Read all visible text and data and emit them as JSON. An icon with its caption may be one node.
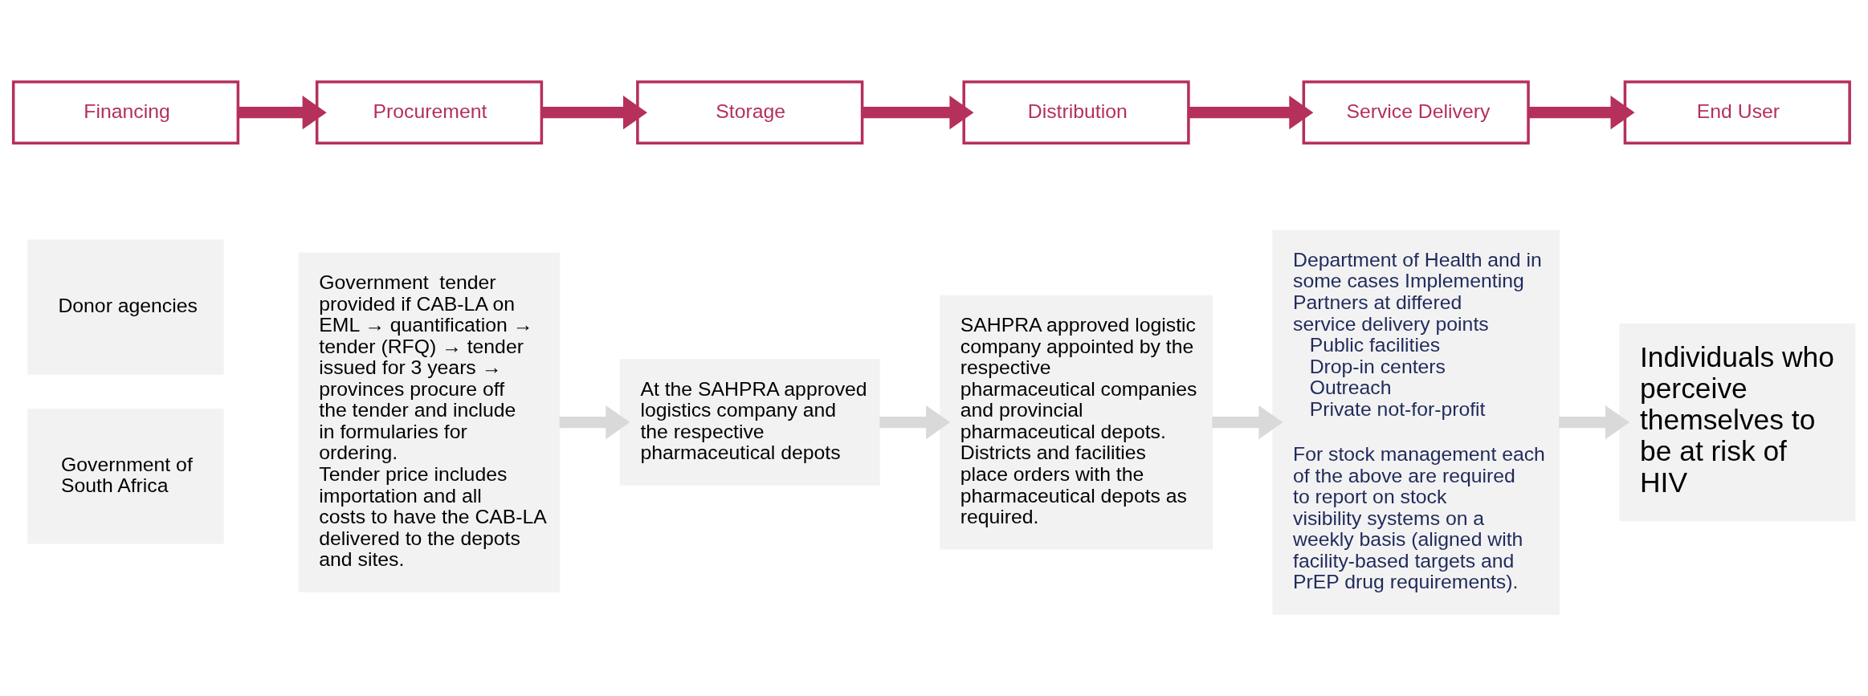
{
  "diagram": {
    "nodes": [
      {
        "text": [
          "Financing"
        ]
      },
      {
        "text": [
          "Procurement"
        ]
      },
      {
        "text": [
          "Storage"
        ]
      },
      {
        "text": [
          "Distribution"
        ]
      },
      {
        "text": [
          "Service Delivery"
        ]
      },
      {
        "text": [
          "End User"
        ]
      },
      {
        "text": [
          "Donor agencies"
        ]
      },
      {
        "text": [
          "Government of South Africa"
        ]
      },
      {
        "text": [
          "Government  tender provided if CAB-LA on EML → quantification → tender (RFQ) → tender issued for 3 years → provinces procure off the tender and include in formularies for ordering.",
          "Tender price includes importation and all costs to have the CAB-LA delivered to the depots and sites."
        ]
      },
      {
        "text": [
          "At the SAHPRA approved logistics company and the respective pharmaceutical depots"
        ]
      },
      {
        "text": [
          "SAHPRA approved logistic company appointed by the respective pharmaceutical companies and provincial pharmaceutical depots. Districts and facilities place orders with the pharmaceutical depots as required."
        ]
      },
      {
        "text": [
          "Department of Health and in some cases Implementing Partners at differed service delivery points",
          "Public facilities",
          "Drop-in centers",
          "Outreach",
          "Private not-for-profit",
          "For stock management each of the above are required to report on stock visibility systems on a weekly basis (aligned with facility-based targets and PrEP drug requirements)."
        ]
      },
      {
        "text": [
          "Individuals who perceive themselves to be at risk of HIV"
        ]
      }
    ],
    "edges": [
      {
        "from": 0,
        "to": 1,
        "arrow": "to"
      },
      {
        "from": 1,
        "to": 2,
        "arrow": "to"
      },
      {
        "from": 2,
        "to": 3,
        "arrow": "to"
      },
      {
        "from": 3,
        "to": 4,
        "arrow": "to"
      },
      {
        "from": 4,
        "to": 5,
        "arrow": "to"
      },
      {
        "from": 8,
        "to": 9,
        "arrow": "to",
        "color": "#d9d9d9"
      },
      {
        "from": 9,
        "to": 10,
        "arrow": "to",
        "color": "#d9d9d9"
      },
      {
        "from": 10,
        "to": 11,
        "arrow": "to",
        "color": "#d9d9d9"
      },
      {
        "from": 11,
        "to": 12,
        "arrow": "to",
        "color": "#d9d9d9"
      }
    ]
  }
}
